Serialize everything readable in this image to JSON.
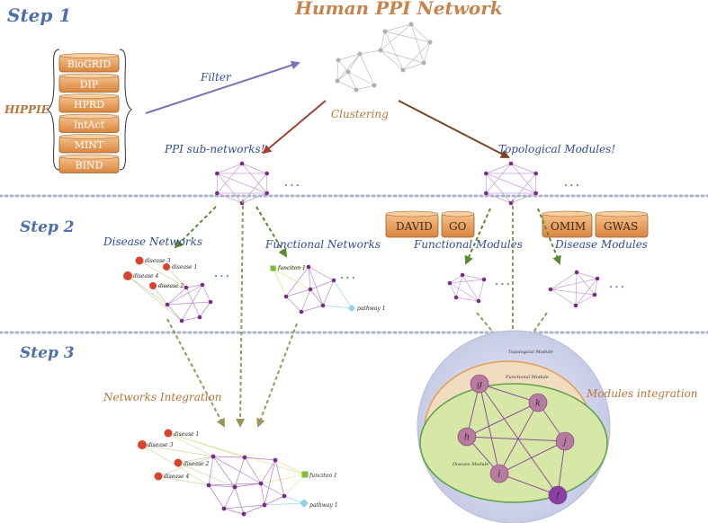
{
  "steps": {
    "step1": "Step 1",
    "step2": "Step 2",
    "step3": "Step 3"
  },
  "title": "Human PPI Network",
  "hippie": "HIPPIE",
  "databases": [
    "BioGRID",
    "DIP",
    "HPRD",
    "IntAct",
    "MINT",
    "BIND"
  ],
  "filter": "Filter",
  "clustering": "Clustering",
  "ppi_subnetworks": "PPI sub-networks!",
  "topological_modules": "Topological Modules!",
  "ellipsis": "• • •",
  "tags": {
    "david": "DAVID",
    "go": "GO",
    "omim": "OMIM",
    "gwas": "GWAS"
  },
  "disease_networks": "Disease Networks",
  "functional_networks": "Functional Networks",
  "functional_modules": "Functional Modules",
  "disease_modules": "Disease Modules",
  "networks_integration": "Networks Integration",
  "modules_integration": "Modules integration",
  "dn_labels": {
    "d3": "disease 3",
    "d1": "disease 1",
    "d4": "disease 4",
    "d2": "disease 2"
  },
  "fn_labels": {
    "f1": "funciton 1",
    "p1": "pathway 1"
  },
  "ni_labels": {
    "d1": "disease 1",
    "d3": "disease 3",
    "d2": "disease 2",
    "d4": "disease 4",
    "f1": "funciton 1",
    "p1": "pathway 1"
  },
  "module_labels": {
    "topo": "Topological Module",
    "func": "Functional Module",
    "dis": "Disease Module"
  },
  "node_letters": {
    "g": "g",
    "k": "k",
    "h": "h",
    "j": "j",
    "i": "i",
    "f": "f"
  },
  "colors": {
    "step": "#4d6fb0",
    "orange_text": "#c7834a",
    "db_fill": "#e9a15e",
    "node_purple": "#7b2a8a",
    "disease_red": "#d9452c",
    "function_green": "#7bbf3a",
    "pathway_blue": "#8fd0ea",
    "dashed_line": "#a9b4cf"
  }
}
